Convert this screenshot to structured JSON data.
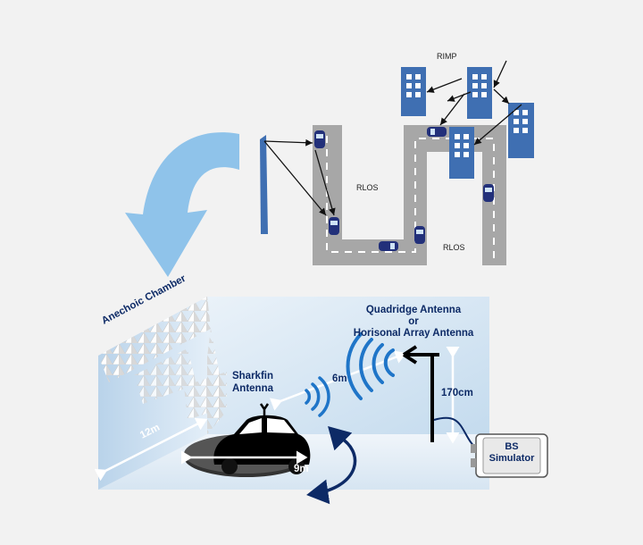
{
  "street_scene": {
    "labels": {
      "rimp": "RIMP",
      "rlos_upper": "RLOS",
      "rlos_lower": "RLOS"
    }
  },
  "chamber": {
    "title": "Anechoic Chamber",
    "sharkfin_line1": "Sharkfin",
    "sharkfin_line2": "Antenna",
    "quadridge_line1": "Quadridge Antenna",
    "quadridge_line2": "or",
    "quadridge_line3": "Horisonal Array Antenna",
    "dim_distance": "6m",
    "dim_height": "170cm",
    "dim_depth": "12m",
    "dim_turntable": "9m",
    "bs_line1": "BS",
    "bs_line2": "Simulator"
  },
  "colors": {
    "building": "#3f6fb2",
    "road": "#a7a7a7",
    "chamber_wall": "#d9e7f3",
    "arrow": "#8fc3ea",
    "navy": "#0d2a66",
    "wave": "#1f75c8"
  }
}
